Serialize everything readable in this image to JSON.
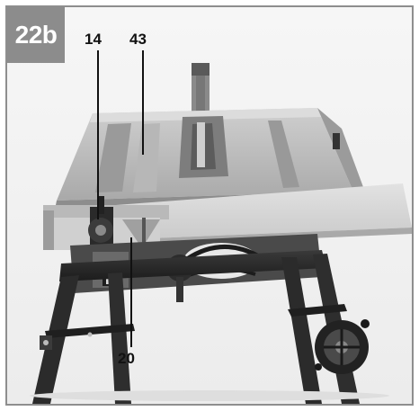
{
  "figure": {
    "badge_label": "22b",
    "callouts": [
      {
        "label": "14"
      },
      {
        "label": "43"
      },
      {
        "label": "20"
      }
    ]
  },
  "palette": {
    "frame_border": "#8e8e8e",
    "badge_bg": "#8c8c8c",
    "badge_text": "#ffffff",
    "callout_text": "#111111"
  }
}
